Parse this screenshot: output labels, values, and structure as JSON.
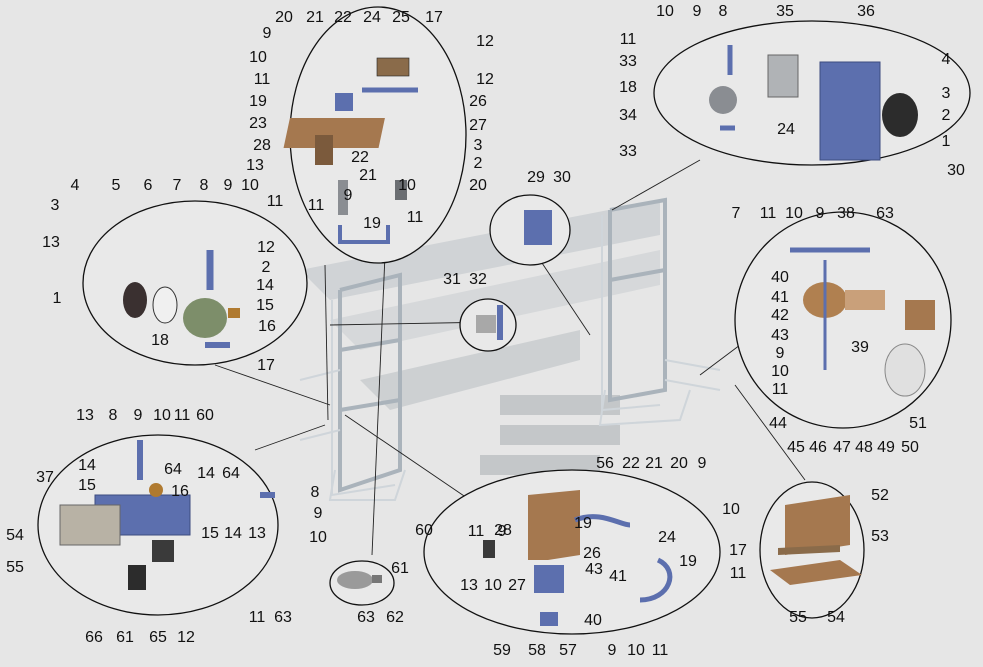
{
  "callouts": {
    "top_center": [
      "20",
      "21",
      "22",
      "24",
      "25",
      "17",
      "9",
      "12",
      "10",
      "11",
      "12",
      "19",
      "26",
      "23",
      "27",
      "28",
      "22",
      "3",
      "13",
      "21",
      "2",
      "9",
      "20",
      "10",
      "11",
      "19",
      "11"
    ],
    "top_right": [
      "10",
      "9",
      "8",
      "35",
      "36",
      "11",
      "33",
      "4",
      "3",
      "18",
      "2",
      "1",
      "34",
      "24",
      "33",
      "30"
    ],
    "left": [
      "4",
      "5",
      "6",
      "7",
      "8",
      "9",
      "10",
      "11",
      "3",
      "12",
      "13",
      "2",
      "14",
      "1",
      "15",
      "16",
      "18",
      "17"
    ],
    "middle": [
      "29",
      "30",
      "31",
      "32"
    ],
    "right": [
      "7",
      "11",
      "10",
      "9",
      "38",
      "63",
      "40",
      "41",
      "42",
      "43",
      "39",
      "9",
      "10",
      "11",
      "44",
      "45",
      "46",
      "47",
      "48",
      "49",
      "50",
      "51"
    ],
    "bottom_left": [
      "13",
      "8",
      "9",
      "10",
      "11",
      "60",
      "14",
      "64",
      "15",
      "16",
      "37",
      "14",
      "64",
      "8",
      "15",
      "14",
      "13",
      "9",
      "54",
      "10",
      "55",
      "11",
      "63",
      "66",
      "61",
      "65",
      "12"
    ],
    "bottom_small": [
      "61",
      "63",
      "62"
    ],
    "bottom_center": [
      "56",
      "22",
      "21",
      "20",
      "9",
      "19",
      "10",
      "24",
      "17",
      "60",
      "11",
      "9",
      "28",
      "26",
      "13",
      "10",
      "27",
      "11",
      "19",
      "43",
      "41",
      "40",
      "59",
      "58",
      "57",
      "9",
      "10",
      "11"
    ],
    "bottom_right": [
      "52",
      "53",
      "55",
      "54"
    ]
  },
  "colors": {
    "outline": "#111111",
    "frame": "#aab3bb",
    "part_blue": "#5c6fae",
    "part_wood": "#a5784f",
    "part_gray": "#8a8d92"
  }
}
